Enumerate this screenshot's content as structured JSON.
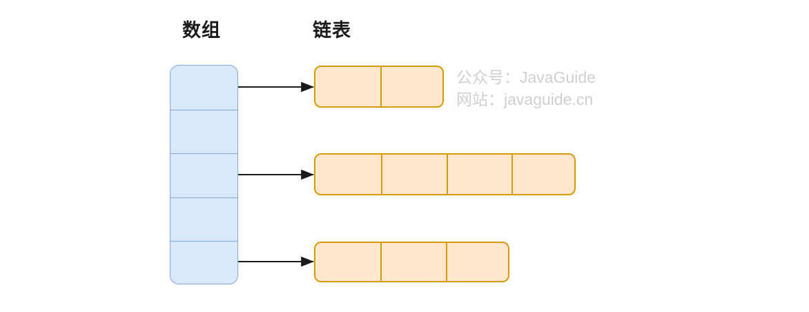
{
  "figure": {
    "type": "diagram",
    "subject": "hash-table-array-plus-linked-list",
    "background_color": "#ffffff",
    "headings": {
      "array_label": "数组",
      "list_label": "链表"
    },
    "array": {
      "cell_count": 5,
      "fill_color": "#dae8fc",
      "border_color": "#7ea6e0",
      "cells": [
        {
          "index": 0,
          "has_outgoing_arrow": true
        },
        {
          "index": 1,
          "has_outgoing_arrow": false
        },
        {
          "index": 2,
          "has_outgoing_arrow": true
        },
        {
          "index": 3,
          "has_outgoing_arrow": false
        },
        {
          "index": 4,
          "has_outgoing_arrow": true
        }
      ]
    },
    "linked_lists": {
      "fill_color": "#ffe6cc",
      "border_color": "#d79b00",
      "rows": [
        {
          "from_array_cell": 0,
          "node_count": 2,
          "nodes": [
            "",
            ""
          ]
        },
        {
          "from_array_cell": 2,
          "node_count": 4,
          "nodes": [
            "",
            "",
            "",
            ""
          ]
        },
        {
          "from_array_cell": 4,
          "node_count": 3,
          "nodes": [
            "",
            "",
            ""
          ]
        }
      ]
    },
    "arrows": {
      "color": "#1a1a1a",
      "count": 3,
      "style": "solid-line-filled-triangle-head"
    },
    "watermark": {
      "color": "#cfcfcf",
      "line1": "公众号：JavaGuide",
      "line2": "网站：javaguide.cn"
    }
  }
}
